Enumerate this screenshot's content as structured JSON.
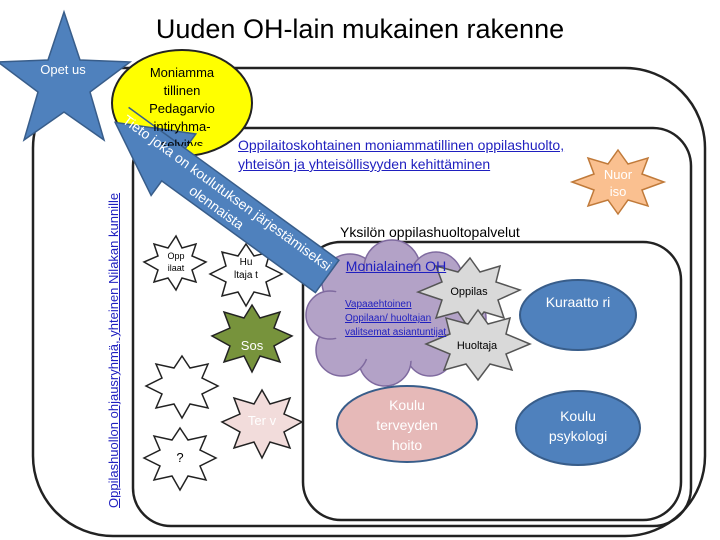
{
  "title": "Uuden OH-lain mukainen rakenne",
  "outer_vertical_text": "Oppilashuollon ohjausryhmä, yhteinen Nilakan kunnille",
  "star_opetus": "Opet us",
  "ellipse_moniammatillinen": "Moniamma tillinen Pedagarvio intiryhma- selvitys",
  "school_level_text": "Oppilaitoskohtainen moniammatillinen oppilashuolto, yhteisön ja yhteisöllisyyden kehittäminen",
  "arrow_text": "Tieto joka on koulutuksen järjestämiseksi olennaista",
  "star_nuoriso": "Nuor iso",
  "individual_services_label": "Yksilön oppilashuoltopalvelut",
  "cloud_title": "Monialainen OH",
  "cloud_subtitle": "Vapaaehtoinen Oppilaan/ huoltajan valitsemat asiantuntijat",
  "star_oppilas": "Oppilas",
  "star_huoltaja": "Huoltaja",
  "ellipse_kuraattori": "Kuraatto ri",
  "ellipse_terveydenhoito": "Koulu terveyden hoito",
  "ellipse_psykologi": "Koulu psykologi",
  "star_oppilaat": "Opp ilaat",
  "star_huoltajat": "Hu ltaja t",
  "star_sos": "Sos",
  "star_terv": "Ter v",
  "star_question": "?",
  "colors": {
    "blue_fill": "#4f81bd",
    "blue_stroke": "#385d8a",
    "yellow": "#ffff00",
    "orange": "#fac090",
    "lavender": "#b3a2c7",
    "pink": "#e6b9b8",
    "grey_star": "#d9d9d9",
    "terv_star": "#f2dcdb",
    "sos_star": "#77933c",
    "link_blue": "#1f1fbf"
  }
}
